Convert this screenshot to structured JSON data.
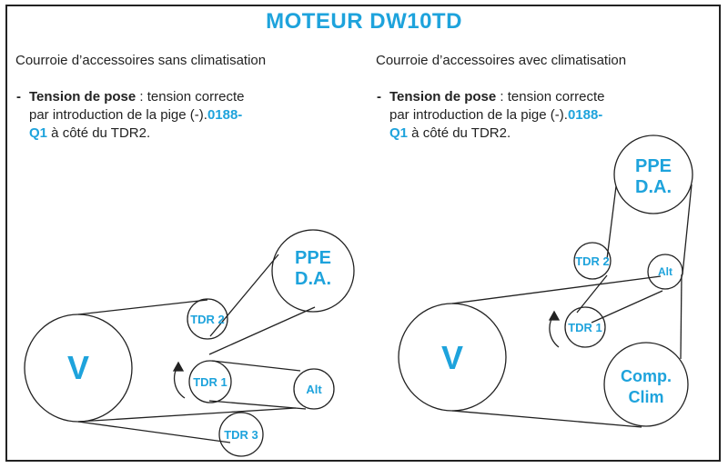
{
  "title": "MOTEUR DW10TD",
  "left": {
    "subtitle": "Courroie d’accessoires sans climatisation",
    "note": {
      "dash": "-",
      "bold": "Tension de pose",
      "text1": " : tension correcte par introduction de la pige (-).",
      "ref": "0188-Q1",
      "text2": " à côté du TDR2."
    },
    "pulleys": {
      "v": "V",
      "tdr2": "TDR 2",
      "ppe1": "PPE",
      "ppe2": "D.A.",
      "tdr1": "TDR 1",
      "alt": "Alt",
      "tdr3": "TDR 3"
    }
  },
  "right": {
    "subtitle": "Courroie d’accessoires avec climatisation",
    "note": {
      "dash": "-",
      "bold": "Tension de pose",
      "text1": " : tension correcte par introduction de la pige (-).",
      "ref": "0188-Q1",
      "text2": " à côté du TDR2."
    },
    "pulleys": {
      "v": "V",
      "tdr2": "TDR 2",
      "ppe1": "PPE",
      "ppe2": "D.A.",
      "tdr1": "TDR 1",
      "alt": "Alt",
      "comp1": "Comp.",
      "comp2": "Clim"
    }
  },
  "colors": {
    "accent": "#1ea3dc",
    "line": "#222222"
  }
}
